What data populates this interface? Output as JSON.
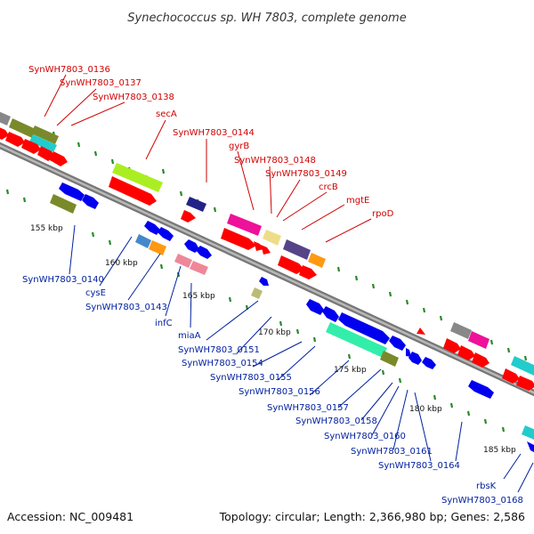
{
  "title": "Synechococcus sp. WH 7803, complete genome",
  "footer": {
    "accession": "Accession: NC_009481",
    "summary": "Topology: circular; Length: 2,366,980 bp; Genes: 2,586"
  },
  "kbp_labels": [
    "155 kbp",
    "160 kbp",
    "165 kbp",
    "170 kbp",
    "175 kbp",
    "180 kbp",
    "185 kbp"
  ],
  "top_labels": [
    "SynWH7803_0136",
    "SynWH7803_0137",
    "SynWH7803_0138",
    "secA",
    "SynWH7803_0144",
    "gyrB",
    "SynWH7803_0148",
    "SynWH7803_0149",
    "crcB",
    "mgtE",
    "rpoD"
  ],
  "bottom_labels": [
    "SynWH7803_0140",
    "cysE",
    "SynWH7803_0143",
    "infC",
    "miaA",
    "SynWH7803_0151",
    "SynWH7803_0154",
    "SynWH7803_0155",
    "SynWH7803_0156",
    "SynWH7803_0157",
    "SynWH7803_0158",
    "SynWH7803_0160",
    "SynWH7803_0161",
    "SynWH7803_0164",
    "rbsK",
    "SynWH7803_0168"
  ],
  "colors": {
    "forward_cds": "#ff0000",
    "reverse_cds": "#0000ee",
    "label_forward": "#d10000",
    "label_reverse": "#0020a0",
    "ticks": "#2a8a2a",
    "backbone": "#777777"
  }
}
